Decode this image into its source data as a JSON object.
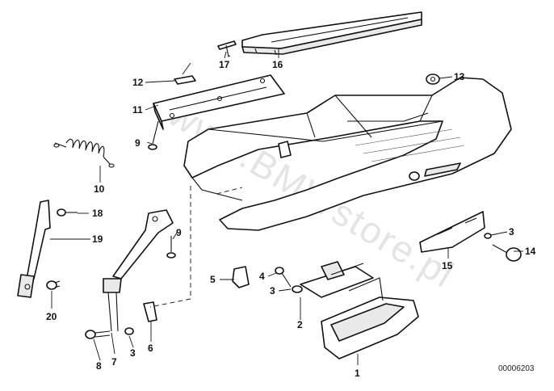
{
  "diagram": {
    "watermark": "www.BMWstore.pl",
    "reference_code": "00006203",
    "callouts": {
      "c1": "1",
      "c2": "2",
      "c3a": "3",
      "c3b": "3",
      "c3c": "3",
      "c4": "4",
      "c5": "5",
      "c6": "6",
      "c7": "7",
      "c8": "8",
      "c9a": "9",
      "c9b": "9",
      "c10": "10",
      "c11": "11",
      "c12": "12",
      "c13": "13",
      "c14": "14",
      "c15": "15",
      "c16": "16",
      "c17": "17",
      "c18": "18",
      "c19": "19",
      "c20": "20"
    }
  }
}
